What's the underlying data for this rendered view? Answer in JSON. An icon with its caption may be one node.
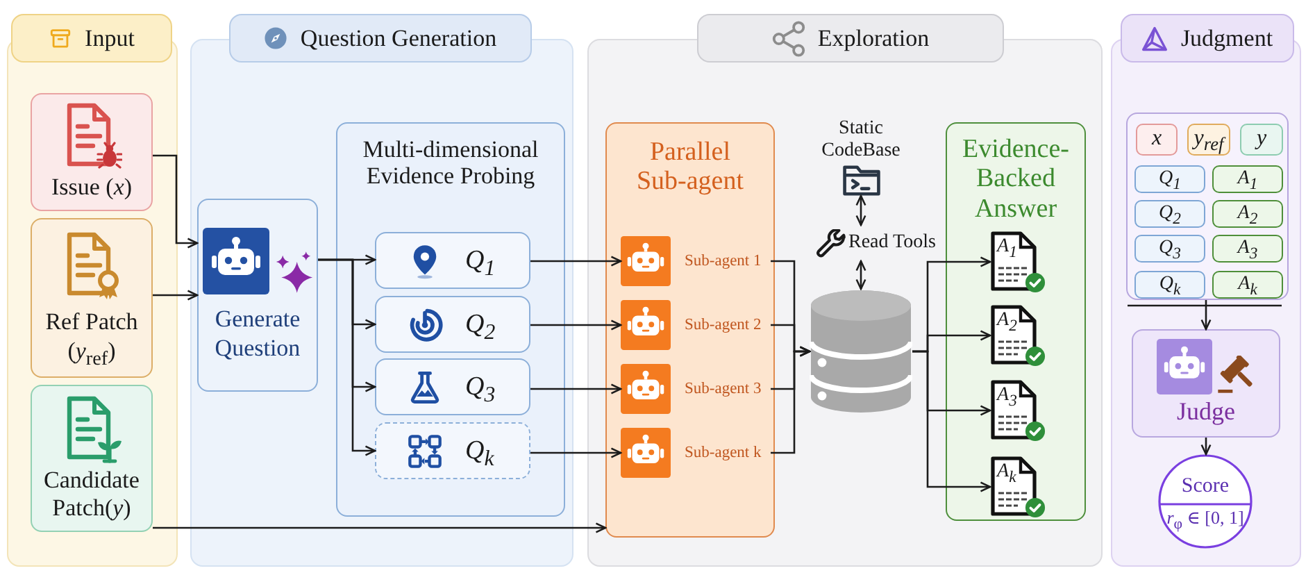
{
  "diagram": {
    "nodes": [
      {
        "text": [
          "Input"
        ]
      },
      {
        "text": [
          "Issue (*x*)"
        ],
        "in": 0
      },
      {
        "text": [
          "Ref Patch (*y*$_{ref}$)"
        ],
        "in": 0
      },
      {
        "text": [
          "Candidate Patch(*y*)"
        ],
        "in": 0
      },
      {
        "text": [
          "Question Generation"
        ]
      },
      {
        "text": [
          "Generate Question"
        ],
        "in": 4
      },
      {
        "text": [
          "Multi-dimensional Evidence Probing"
        ],
        "in": 4
      },
      {
        "text": [
          "Q$_{1}$"
        ],
        "in": 6
      },
      {
        "text": [
          "Q$_{2}$"
        ],
        "in": 6
      },
      {
        "text": [
          "Q$_{3}$"
        ],
        "in": 6
      },
      {
        "text": [
          "Q$_{k}$"
        ],
        "in": 6
      },
      {
        "text": [
          "Exploration"
        ]
      },
      {
        "text": [
          "Parallel Sub-agent"
        ],
        "in": 11
      },
      {
        "text": [
          "Sub-agent 1"
        ],
        "in": 12
      },
      {
        "text": [
          "Sub-agent 2"
        ],
        "in": 12
      },
      {
        "text": [
          "Sub-agent 3"
        ],
        "in": 12
      },
      {
        "text": [
          "Sub-agent k"
        ],
        "in": 12
      },
      {
        "text": [
          "Static CodeBase"
        ],
        "in": 11
      },
      {
        "text": [
          "Read Tools"
        ],
        "in": 11
      },
      {
        "text": [],
        "shape": "cylinder",
        "in": 11
      },
      {
        "text": [
          "Evidence-Backed Answer"
        ],
        "in": 11
      },
      {
        "text": [
          "A$_{1}$"
        ],
        "in": 20
      },
      {
        "text": [
          "A$_{2}$"
        ],
        "in": 20
      },
      {
        "text": [
          "A$_{3}$"
        ],
        "in": 20
      },
      {
        "text": [
          "A$_{k}$"
        ],
        "in": 20
      },
      {
        "text": [
          "Judgment"
        ]
      },
      {
        "text": [],
        "shape": "box",
        "in": 25
      },
      {
        "text": [
          "x"
        ],
        "in": 26
      },
      {
        "text": [
          "y$_{ref}$"
        ],
        "in": 26
      },
      {
        "text": [
          "y"
        ],
        "in": 26
      },
      {
        "text": [
          "Q$_{1}$"
        ],
        "in": 26
      },
      {
        "text": [
          "A$_{1}$"
        ],
        "in": 26
      },
      {
        "text": [
          "Q$_{2}$"
        ],
        "in": 26
      },
      {
        "text": [
          "A$_{2}$"
        ],
        "in": 26
      },
      {
        "text": [
          "Q$_{3}$"
        ],
        "in": 26
      },
      {
        "text": [
          "A$_{3}$"
        ],
        "in": 26
      },
      {
        "text": [
          "Q$_{k}$"
        ],
        "in": 26
      },
      {
        "text": [
          "A$_{k}$"
        ],
        "in": 26
      },
      {
        "text": [
          "Judge"
        ],
        "in": 25
      },
      {
        "text": [
          "Score",
          "*r*$_{φ}$ ∈ [0, 1]"
        ],
        "in": 25
      }
    ],
    "edges": [
      {
        "from": 1,
        "to": 5,
        "arrow": "to"
      },
      {
        "from": 2,
        "to": 5,
        "arrow": "to"
      },
      {
        "from": 3,
        "to": 12,
        "arrow": "to"
      },
      {
        "from": 5,
        "to": 7,
        "arrow": "to"
      },
      {
        "from": 5,
        "to": 8,
        "arrow": "to"
      },
      {
        "from": 5,
        "to": 9,
        "arrow": "to"
      },
      {
        "from": 5,
        "to": 10,
        "arrow": "to"
      },
      {
        "from": 7,
        "to": 13,
        "arrow": "to"
      },
      {
        "from": 8,
        "to": 14,
        "arrow": "to"
      },
      {
        "from": 9,
        "to": 15,
        "arrow": "to"
      },
      {
        "from": 10,
        "to": 16,
        "arrow": "to"
      },
      {
        "from": 13,
        "to": 19,
        "arrow": "to"
      },
      {
        "from": 14,
        "to": 19,
        "arrow": "to"
      },
      {
        "from": 15,
        "to": 19,
        "arrow": "to"
      },
      {
        "from": 16,
        "to": 19,
        "arrow": "to"
      },
      {
        "from": 17,
        "to": 18,
        "arrow": "both"
      },
      {
        "from": 18,
        "to": 19,
        "arrow": "both"
      },
      {
        "from": 19,
        "to": 21,
        "arrow": "to"
      },
      {
        "from": 19,
        "to": 22,
        "arrow": "to"
      },
      {
        "from": 19,
        "to": 23,
        "arrow": "to"
      },
      {
        "from": 19,
        "to": 24,
        "arrow": "to"
      },
      {
        "from": 26,
        "to": 38,
        "arrow": "to"
      },
      {
        "from": 38,
        "to": 39,
        "arrow": "to"
      }
    ]
  }
}
